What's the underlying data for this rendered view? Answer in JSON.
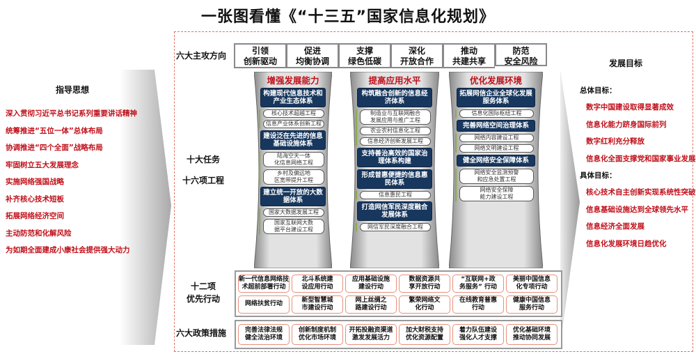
{
  "title": "一张图看懂《“十三五”国家信息化规划》",
  "left": {
    "heading": "指导思想",
    "items": [
      "深入贯彻习近平总书记系列重要讲话精神",
      "统筹推进“五位一体”总体布局",
      "协调推进“四个全面”战略布局",
      "牢固树立五大发展理念",
      "实施网络强国战略",
      "补齐核心技术短板",
      "拓展网络经济空间",
      "主动防范和化解风险",
      "为如期全面建成小康社会提供强大动力"
    ]
  },
  "right": {
    "heading": "发展目标",
    "overall_label": "总体目标：",
    "overall": [
      "数字中国建设取得显著成效",
      "信息化能力跻身国际前列",
      "数字红利充分释放",
      "信息化全面支撑党和国家事业发展"
    ],
    "specific_label": "具体目标：",
    "specific": [
      "核心技术自主创新实现系统性突破",
      "信息基础设施达到全球领先水平",
      "信息经济全面发展",
      "信息化发展环境日趋优化"
    ]
  },
  "directions": {
    "label": "六大主攻方向",
    "items": [
      [
        "引领",
        "创新驱动"
      ],
      [
        "促进",
        "均衡协调"
      ],
      [
        "支撑",
        "绿色低碳"
      ],
      [
        "深化",
        "开放合作"
      ],
      [
        "推动",
        "共建共享"
      ],
      [
        "防范",
        "安全风险"
      ]
    ]
  },
  "tasks": {
    "label_line1": "十大任务",
    "label_line2": "十六项工程",
    "pillars": [
      {
        "title": "增强发展能力",
        "groups": [
          {
            "main": "构建现代信息技术和产业生态体系",
            "subs": [
              "核心技术超越工程",
              "信息产业体系创新工程"
            ]
          },
          {
            "main": "建设泛在先进的信息基础设施体系",
            "subs": [
              "陆海空天一体\n化信息网络工程",
              "乡村及偏远地\n区宽带提升工程"
            ]
          },
          {
            "main": "建立统一开放的大数据体系",
            "subs": [
              "国家大数据发展工程",
              "国家互联网大数\n据平台建设工程"
            ]
          }
        ]
      },
      {
        "title": "提高应用水平",
        "groups": [
          {
            "main": "构筑融合创新的信息经济体系",
            "subs": [
              "制造业与互联网融合\n发展应用与推广工程",
              "农业农村信息化工程",
              "信息经济创新发展工程"
            ]
          },
          {
            "main": "支持善治高效的国家治理体系构建",
            "subs": []
          },
          {
            "main": "形成普惠便捷的信息惠民体系",
            "subs": [
              "信息惠民工程"
            ]
          },
          {
            "main": "打造网信军民深度融合发展体系",
            "subs": [
              "网信军民深度融合工程"
            ]
          }
        ]
      },
      {
        "title": "优化发展环境",
        "groups": [
          {
            "main": "拓展网信企业全球化发展服务体系",
            "subs": [
              "信息化国际枢纽工程"
            ]
          },
          {
            "main": "完善网络空间治理体系",
            "subs": [
              "网络内容建设工程",
              "网络文明建设工程"
            ]
          },
          {
            "main": "健全网络安全保障体系",
            "subs": [
              "网络安全监测预警\n和应急处置工程",
              "网络安全保障\n能力建设工程"
            ]
          }
        ]
      }
    ]
  },
  "priority": {
    "label_line1": "十二项",
    "label_line2": "优先行动",
    "items": [
      [
        "新一代信息网络技",
        "术超前部署行动"
      ],
      [
        "北斗系统建",
        "设应用行动"
      ],
      [
        "应用基础设施",
        "建设行动"
      ],
      [
        "数据资源共",
        "享开放行动"
      ],
      [
        "“互联网+政",
        "务服务” 行动"
      ],
      [
        "美丽中国信息",
        "化专项行动"
      ],
      [
        "网络扶贫行动"
      ],
      [
        "新型智慧城",
        "市建设行动"
      ],
      [
        "网上丝绸之",
        "路建设行动"
      ],
      [
        "繁荣网络文",
        "化行动"
      ],
      [
        "在线教育普惠",
        "行动"
      ],
      [
        "健康中国信息",
        "服务行动"
      ]
    ]
  },
  "policy": {
    "label": "六大政策措施",
    "items": [
      [
        "完善法律法规",
        "健全法治环境"
      ],
      [
        "创新制度机制",
        "优化市场环境"
      ],
      [
        "开拓投融资渠道",
        "激发发展活力"
      ],
      [
        "加大财税支持",
        "优化资源配置"
      ],
      [
        "着力队伍建设",
        "强化人才支撑"
      ],
      [
        "优化基础环境",
        "推动协同发展"
      ]
    ]
  },
  "colors": {
    "red": "#c0101a",
    "navy": "#17375e",
    "green": "#8cad4a",
    "orange": "#e8907a"
  }
}
